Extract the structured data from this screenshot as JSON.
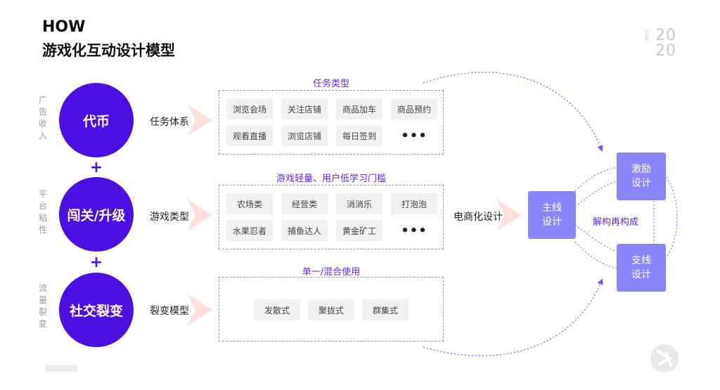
{
  "header": {
    "how": "HOW",
    "title": "游戏化互动设计模型"
  },
  "corner": {
    "time_label": "TIME",
    "year_top": "20",
    "year_bottom": "20"
  },
  "side_labels": {
    "row1": "广告收入",
    "row2": "平台粘性",
    "row3": "流量裂变"
  },
  "circles": {
    "row1": "代币",
    "row2": "闯关/升级",
    "row3": "社交裂变"
  },
  "plus": "+",
  "systems": {
    "row1": "任务体系",
    "row2": "游戏类型",
    "row3": "裂变模型"
  },
  "section_titles": {
    "row1": "任务类型",
    "row2": "游戏轻量、用户低学习门槛",
    "row3": "单一/混合使用"
  },
  "tags": {
    "row1": [
      "浏览会场",
      "关注店铺",
      "商品加车",
      "商品预约",
      "观看直播",
      "浏览店铺",
      "每日签到"
    ],
    "row2": [
      "农场类",
      "经营类",
      "消消乐",
      "打泡泡",
      "水果忍者",
      "捕鱼达人",
      "黄金矿工"
    ],
    "row3": [
      "发散式",
      "聚拢式",
      "群集式"
    ],
    "more": "•••"
  },
  "ecommerce": "电商化设计",
  "main_line": "主线\n设计",
  "incentive": "激励\n设计",
  "branch_line": "支线\n设计",
  "deconstruct": "解构再构成",
  "colors": {
    "accent": "#4b0fe0",
    "box": "#8c86fb",
    "highlight_text": "#5a28e6",
    "arrow": "#fde0dc"
  }
}
